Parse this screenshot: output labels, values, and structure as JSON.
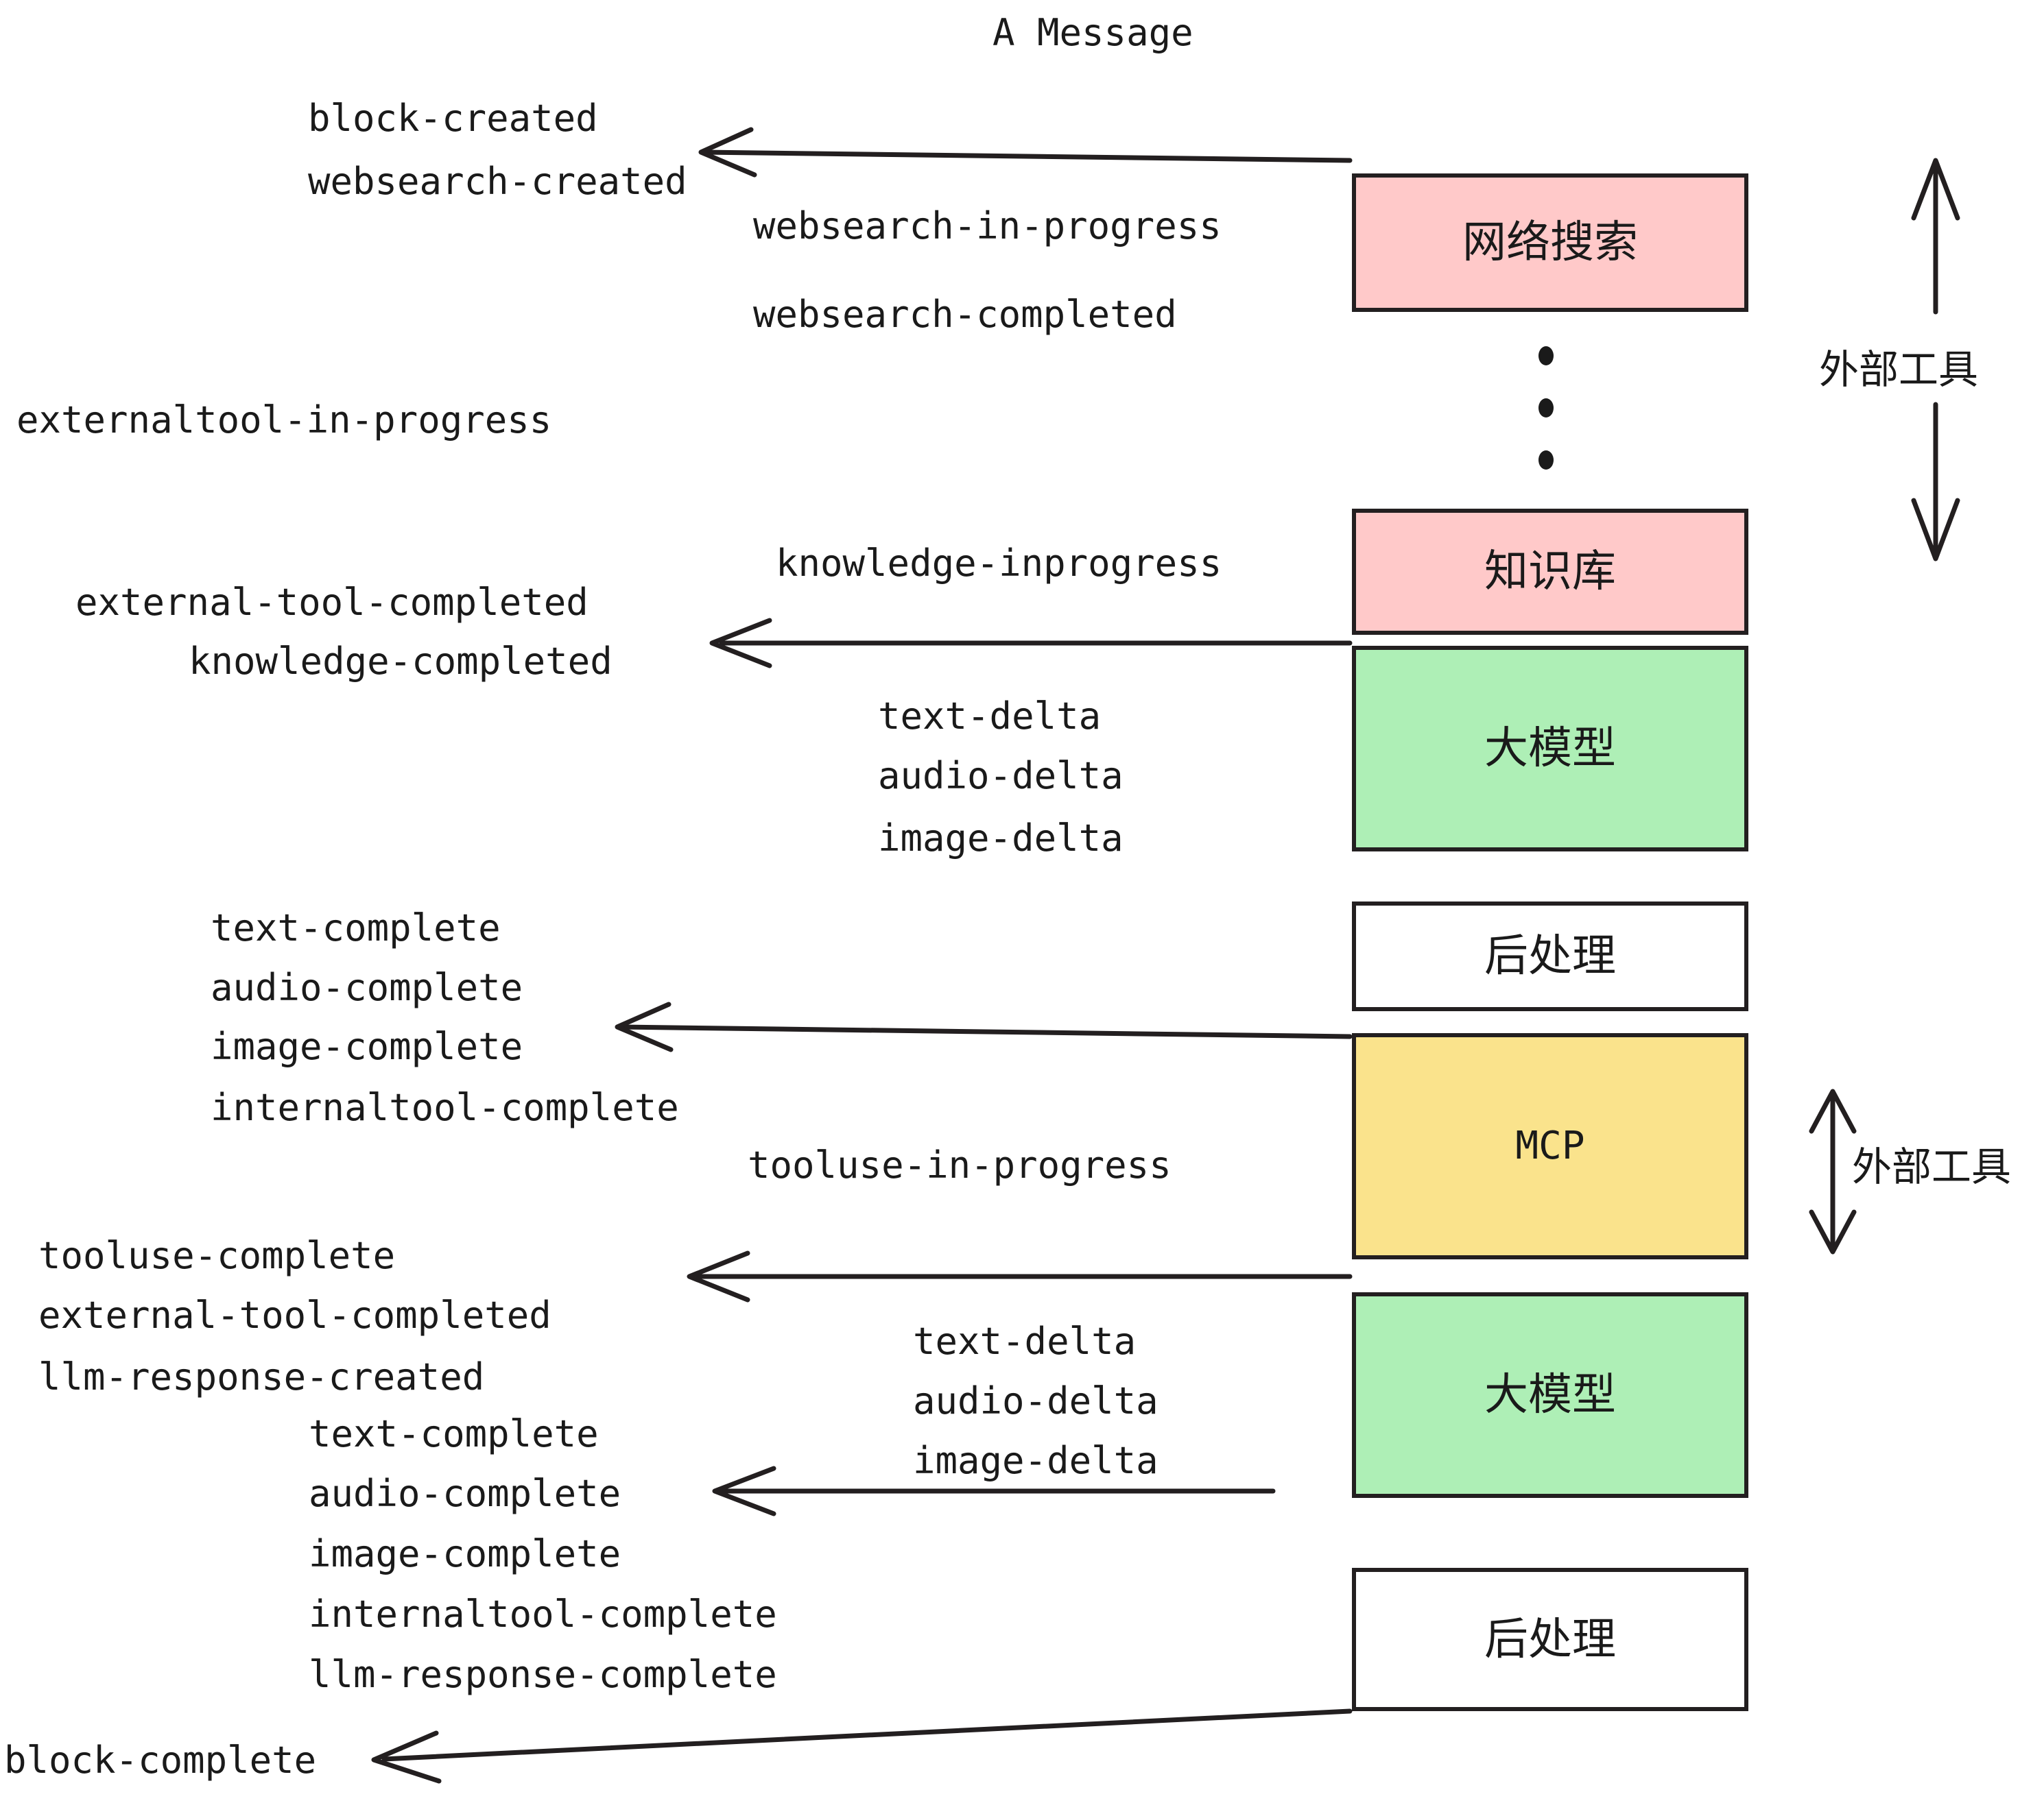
{
  "diagram": {
    "title": "A Message",
    "nodes": [
      {
        "id": "websearch",
        "label": "网络搜索",
        "color": "#FFC9C9",
        "kind": "external-tool"
      },
      {
        "id": "knowledge",
        "label": "知识库",
        "color": "#FFC9C9",
        "kind": "external-tool"
      },
      {
        "id": "llm1",
        "label": "大模型",
        "color": "#AEEFB6",
        "kind": "llm"
      },
      {
        "id": "post1",
        "label": "后处理",
        "color": "#FFFFFF",
        "kind": "post-process"
      },
      {
        "id": "mcp",
        "label": "MCP",
        "color": "#FAE38C",
        "kind": "external-tool"
      },
      {
        "id": "llm2",
        "label": "大模型",
        "color": "#AEEFB6",
        "kind": "llm"
      },
      {
        "id": "post2",
        "label": "后处理",
        "color": "#FFFFFF",
        "kind": "post-process"
      }
    ],
    "side_labels": [
      {
        "id": "ext-top",
        "label": "外部工具"
      },
      {
        "id": "ext-bottom",
        "label": "外部工具"
      }
    ],
    "events": [
      {
        "id": "e01",
        "text": "block-created"
      },
      {
        "id": "e02",
        "text": "websearch-created"
      },
      {
        "id": "e03",
        "text": "websearch-in-progress"
      },
      {
        "id": "e04",
        "text": "websearch-completed"
      },
      {
        "id": "e05",
        "text": "externaltool-in-progress"
      },
      {
        "id": "e06",
        "text": "knowledge-inprogress"
      },
      {
        "id": "e07",
        "text": "external-tool-completed"
      },
      {
        "id": "e08",
        "text": "knowledge-completed"
      },
      {
        "id": "e09",
        "text": "text-delta"
      },
      {
        "id": "e10",
        "text": "audio-delta"
      },
      {
        "id": "e11",
        "text": "image-delta"
      },
      {
        "id": "e12",
        "text": "text-complete"
      },
      {
        "id": "e13",
        "text": "audio-complete"
      },
      {
        "id": "e14",
        "text": "image-complete"
      },
      {
        "id": "e15",
        "text": "internaltool-complete"
      },
      {
        "id": "e16",
        "text": "tooluse-in-progress"
      },
      {
        "id": "e17",
        "text": "tooluse-complete"
      },
      {
        "id": "e18",
        "text": "external-tool-completed"
      },
      {
        "id": "e19",
        "text": "llm-response-created"
      },
      {
        "id": "e20",
        "text": "text-delta"
      },
      {
        "id": "e21",
        "text": "audio-delta"
      },
      {
        "id": "e22",
        "text": "image-delta"
      },
      {
        "id": "e23",
        "text": "text-complete"
      },
      {
        "id": "e24",
        "text": "audio-complete"
      },
      {
        "id": "e25",
        "text": "image-complete"
      },
      {
        "id": "e26",
        "text": "internaltool-complete"
      },
      {
        "id": "e27",
        "text": "llm-response-complete"
      },
      {
        "id": "e28",
        "text": "block-complete"
      }
    ],
    "colors": {
      "stroke": "#231f20",
      "text": "#1a1a1a",
      "background": "#ffffff",
      "external_tool_pink": "#FFC9C9",
      "llm_green": "#AEEFB6",
      "mcp_yellow": "#FAE38C",
      "post_process_white": "#FFFFFF"
    }
  }
}
